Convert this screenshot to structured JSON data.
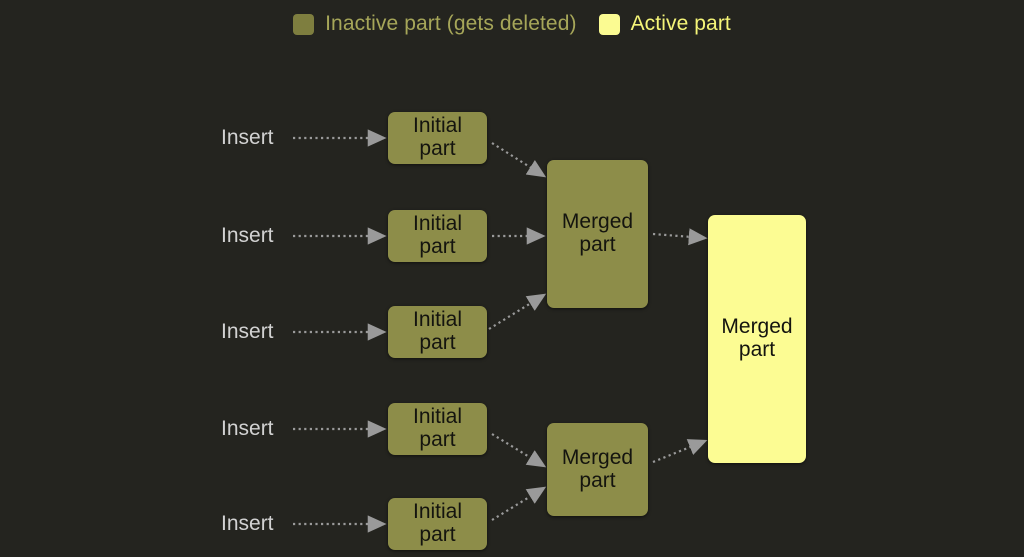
{
  "legend": {
    "items": [
      {
        "id": "inactive",
        "label": "Inactive part (gets deleted)",
        "swatch_color": "#7e7e3f",
        "text_color": "#a6a659"
      },
      {
        "id": "active",
        "label": "Active part",
        "swatch_color": "#fbfb92",
        "text_color": "#f5f578"
      }
    ]
  },
  "diagram": {
    "background_color": "#24241f",
    "connector_color": "#9a9a9a",
    "inactive_fill": "#8d8d49",
    "active_fill": "#fcfc93",
    "node_text_color": "#14140f",
    "insert_label_color": "#d2d2d2",
    "insert_labels": [
      {
        "id": "insert-1",
        "text": "Insert"
      },
      {
        "id": "insert-2",
        "text": "Insert"
      },
      {
        "id": "insert-3",
        "text": "Insert"
      },
      {
        "id": "insert-4",
        "text": "Insert"
      },
      {
        "id": "insert-5",
        "text": "Insert"
      }
    ],
    "initial_parts": [
      {
        "id": "initial-part-1",
        "line1": "Initial",
        "line2": "part"
      },
      {
        "id": "initial-part-2",
        "line1": "Initial",
        "line2": "part"
      },
      {
        "id": "initial-part-3",
        "line1": "Initial",
        "line2": "part"
      },
      {
        "id": "initial-part-4",
        "line1": "Initial",
        "line2": "part"
      },
      {
        "id": "initial-part-5",
        "line1": "Initial",
        "line2": "part"
      }
    ],
    "merged_parts": [
      {
        "id": "merged-part-top",
        "line1": "Merged",
        "line2": "part",
        "state": "inactive"
      },
      {
        "id": "merged-part-bottom",
        "line1": "Merged",
        "line2": "part",
        "state": "inactive"
      },
      {
        "id": "merged-part-final",
        "line1": "Merged",
        "line2": "part",
        "state": "active"
      }
    ]
  }
}
